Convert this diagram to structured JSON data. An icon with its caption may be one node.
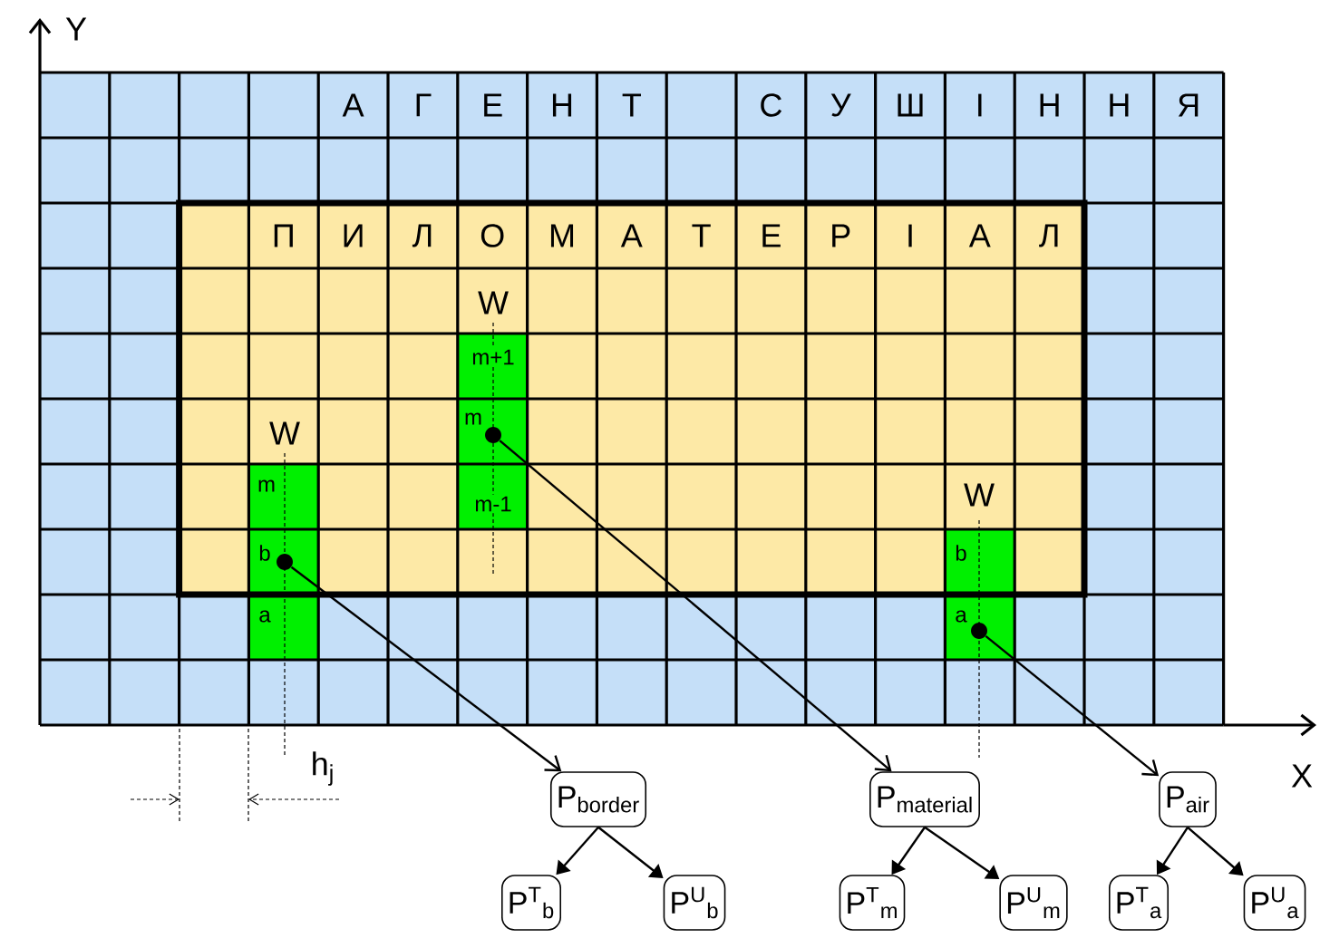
{
  "diagram": {
    "nodes": [
      {
        "text": [],
        "shape": "circle"
      },
      {
        "text": [],
        "shape": "circle"
      },
      {
        "text": [],
        "shape": "circle"
      },
      {
        "text": [
          "P$_{border}$"
        ]
      },
      {
        "text": [
          "P$_{material}$"
        ]
      },
      {
        "text": [
          "P$_{air}$"
        ]
      },
      {
        "text": [
          "P$^{T}$$_{b}$"
        ]
      },
      {
        "text": [
          "P$^{U}$$_{b}$"
        ]
      },
      {
        "text": [
          "P$^{T}$$_{m}$"
        ]
      },
      {
        "text": [
          "P$^{U}$$_{m}$"
        ]
      },
      {
        "text": [
          "P$^{T}$$_{a}$"
        ]
      },
      {
        "text": [
          "P$^{U}$$_{a}$"
        ]
      }
    ],
    "edges": [
      {
        "from": 0,
        "to": 3,
        "arrow": "to"
      },
      {
        "from": 1,
        "to": 4,
        "arrow": "to"
      },
      {
        "from": 2,
        "to": 5,
        "arrow": "to"
      },
      {
        "from": 3,
        "to": 6,
        "arrow": "to"
      },
      {
        "from": 3,
        "to": 7,
        "arrow": "to"
      },
      {
        "from": 4,
        "to": 8,
        "arrow": "to"
      },
      {
        "from": 4,
        "to": 9,
        "arrow": "to"
      },
      {
        "from": 5,
        "to": 10,
        "arrow": "to"
      },
      {
        "from": 5,
        "to": 11,
        "arrow": "to"
      }
    ],
    "labels": [
      "Y",
      "А",
      "Г",
      "Е",
      "Н",
      "Т",
      "С",
      "У",
      "Ш",
      "І",
      "Н",
      "Н",
      "Я",
      "П",
      "И",
      "Л",
      "О",
      "М",
      "А",
      "Т",
      "Е",
      "Р",
      "І",
      "А",
      "Л",
      "W",
      "m+1",
      "W",
      "m",
      "m",
      "m-1",
      "W",
      "b",
      "b",
      "a",
      "a",
      "X",
      "h$_{j}$"
    ]
  }
}
